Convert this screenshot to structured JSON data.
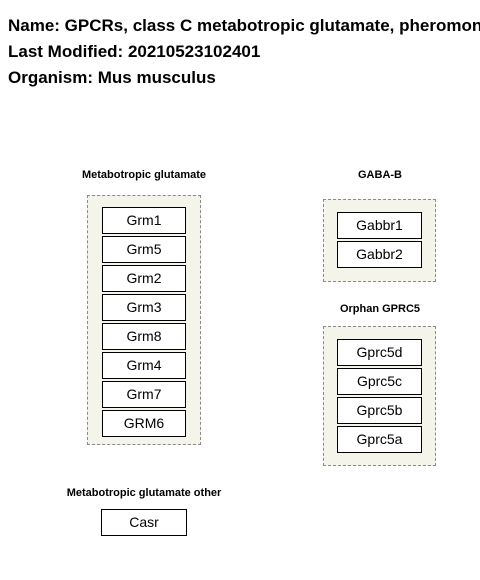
{
  "header": {
    "name_line": "Name: GPCRs, class C metabotropic glutamate, pheromone",
    "modified_line": "Last Modified: 20210523102401",
    "organism_line": "Organism: Mus musculus"
  },
  "groups": {
    "metabotropic_glutamate": {
      "title": "Metabotropic glutamate",
      "genes": [
        "Grm1",
        "Grm5",
        "Grm2",
        "Grm3",
        "Grm8",
        "Grm4",
        "Grm7",
        "GRM6"
      ]
    },
    "gaba_b": {
      "title": "GABA-B",
      "genes": [
        "Gabbr1",
        "Gabbr2"
      ]
    },
    "orphan_gprc5": {
      "title": "Orphan GPRC5",
      "genes": [
        "Gprc5d",
        "Gprc5c",
        "Gprc5b",
        "Gprc5a"
      ]
    },
    "metabotropic_glutamate_other": {
      "title": "Metabotropic glutamate other",
      "genes": [
        "Casr"
      ]
    }
  },
  "colors": {
    "group_fill": "#f4f4ea",
    "group_border": "#8a8a8a",
    "gene_border": "#000000"
  }
}
